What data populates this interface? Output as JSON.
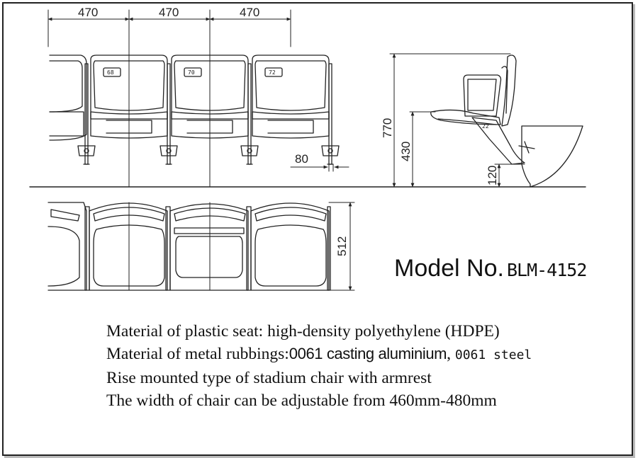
{
  "dimensions": {
    "width_top_1": "470",
    "width_top_2": "470",
    "width_top_3": "470",
    "leg_offset": "80",
    "total_height": "770",
    "seat_height": "430",
    "riser_height": "120",
    "depth": "512"
  },
  "seat_tags": [
    "68",
    "70",
    "72"
  ],
  "side_tag": "22",
  "model": {
    "label": "Model No.",
    "number": "BLM-4152"
  },
  "notes": {
    "line1": "Material of plastic seat: high-density polyethylene (HDPE)",
    "line2_prefix": "Material of metal rubbings:",
    "line2_middle": "0061 casting aluminium",
    "line2_sep": ", ",
    "line2_suffix": "0061 steel",
    "line3": "Rise mounted type of stadium chair with armrest",
    "line4": "The width of chair can be adjustable from 460mm-480mm"
  }
}
